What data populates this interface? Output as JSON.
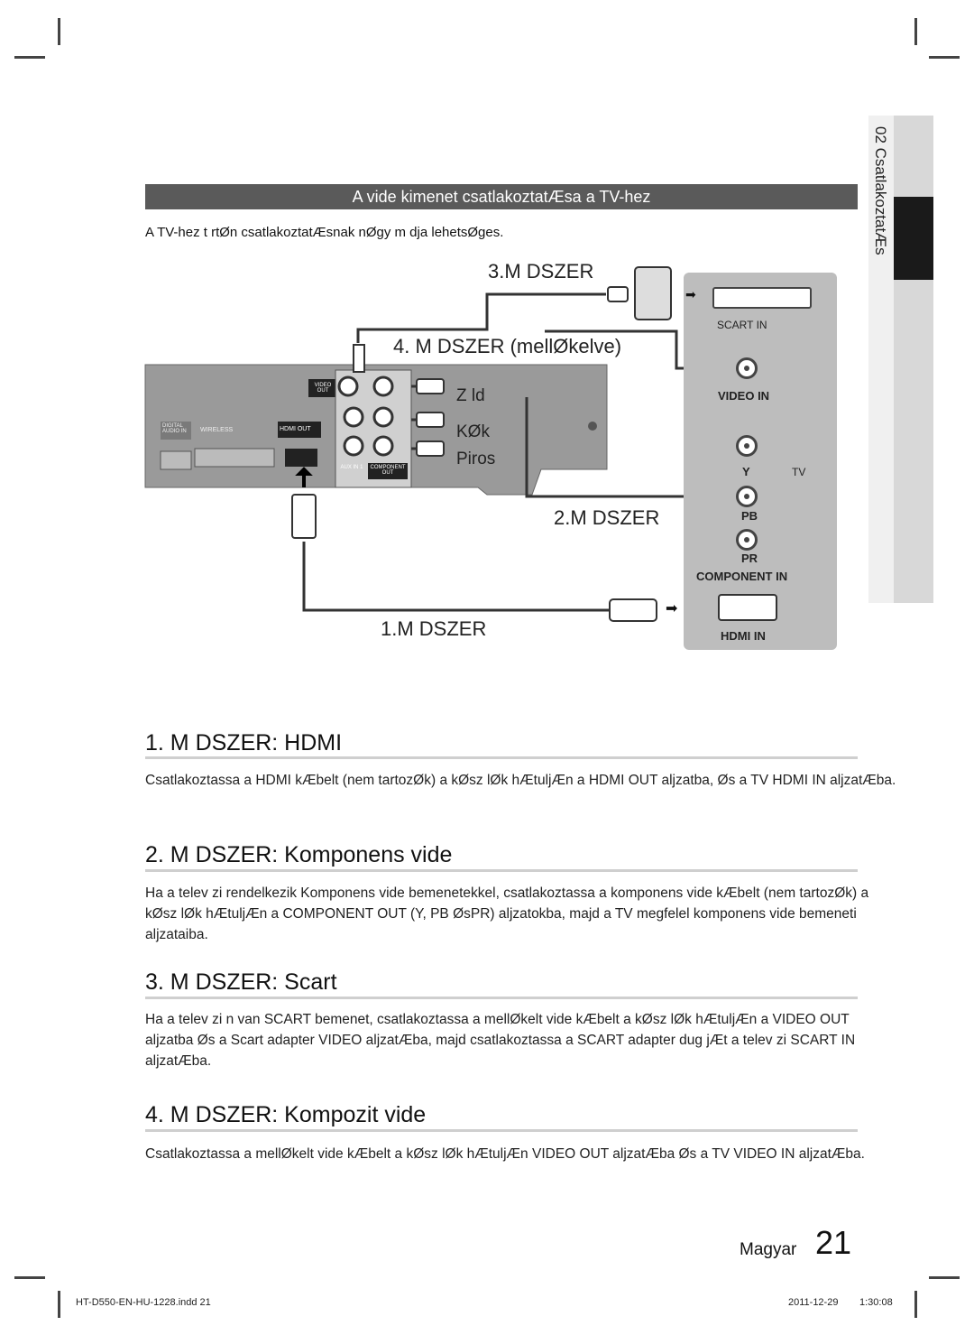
{
  "header_bar": "A vide kimenet csatlakoztatÆsa a TV-hez",
  "intro": "A TV-hez t rtØn  csatlakoztatÆsnak nØgy m dja lehetsØges.",
  "diagram": {
    "method3": "3.M DSZER",
    "method4": "4. M DSZER (mellØkelve)",
    "method2": "2.M DSZER",
    "method1": "1.M DSZER",
    "color_green": "Z ld",
    "color_blue": "KØk",
    "color_red": "Piros",
    "tv_scart": "SCART IN",
    "tv_video": "VIDEO  IN",
    "tv_y": "Y",
    "tv_tv": "TV",
    "tv_pb": "PB",
    "tv_pr": "PR",
    "tv_component": "COMPONENT  IN",
    "tv_hdmi": "HDMI IN",
    "dev_video_out": "VIDEO OUT",
    "dev_digital": "DIGITAL AUDIO IN",
    "dev_wireless": "WIRELESS",
    "dev_hdmi_out": "HDMI OUT",
    "dev_component_out": "COMPONENT OUT",
    "dev_aux": "AUX IN 1"
  },
  "sidebar": {
    "chapter": "02  CsatlakoztatÆs"
  },
  "sections": [
    {
      "heading": "1. M DSZER: HDMI",
      "text": "Csatlakoztassa a HDMI kÆbelt (nem tartozØk) a kØsz lØk hÆtuljÆn a HDMI OUT aljzatba, Øs a TV HDMI IN aljzatÆba."
    },
    {
      "heading": "2. M DSZER: Komponens vide",
      "text": "Ha a telev zi  rendelkezik Komponens vide  bemenetekkel, csatlakoztassa a komponens vide kÆbelt (nem tartozØk) a kØsz lØk hÆtuljÆn a COMPONENT OUT (Y, PB ØsPR) aljzatokba, majd a TV megfelel komponens vide  bemeneti aljzataiba."
    },
    {
      "heading": "3. M DSZER: Scart",
      "text": "Ha a telev zi n van SCART bemenet, csatlakoztassa a mellØkelt vide kÆbelt a kØsz lØk hÆtuljÆn a VIDEO OUT aljzatba Øs a Scart adapter VIDEO aljzatÆba, majd csatlakoztassa a SCART adapter dug jÆt a telev zi  SCART IN aljzatÆba."
    },
    {
      "heading": "4. M DSZER: Kompozit vide",
      "text": "Csatlakoztassa a mellØkelt vide kÆbelt a kØsz lØk hÆtuljÆn VIDEO OUT aljzatÆba Øs a TV VIDEO IN aljzatÆba."
    }
  ],
  "page": {
    "language": "Magyar",
    "number": "21"
  },
  "footer": {
    "file": "HT-D550-EN-HU-1228.indd   21",
    "date": "2011-12-29",
    "time": "1:30:08"
  }
}
